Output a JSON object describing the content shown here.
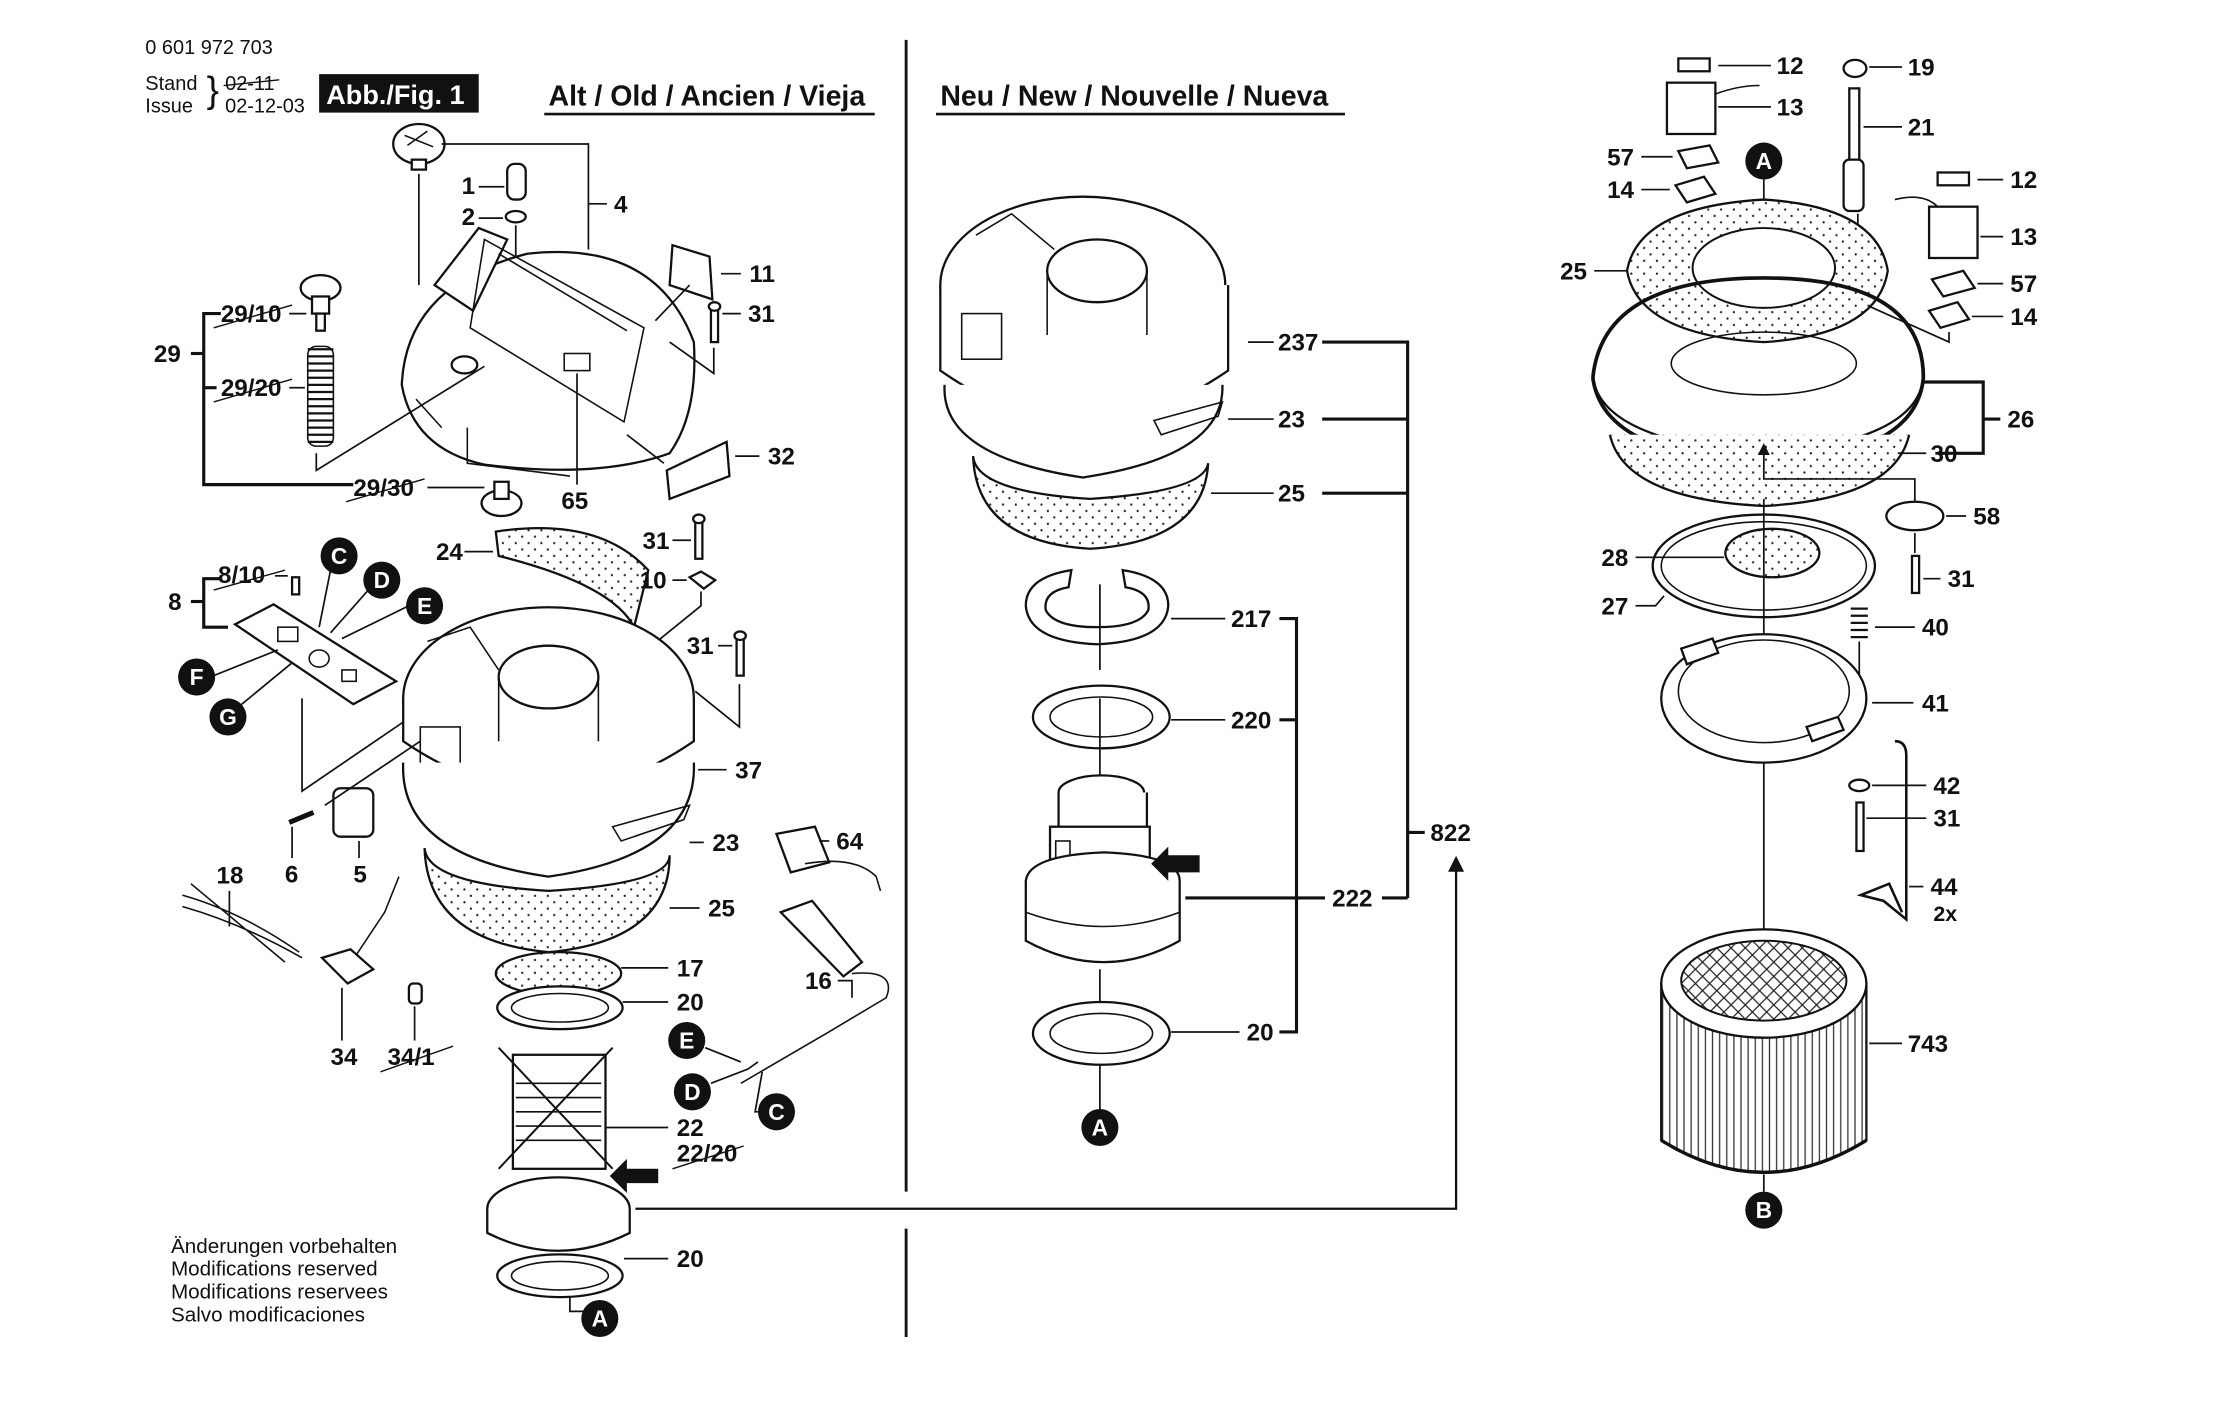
{
  "document": {
    "part_number": "0 601 972 703",
    "stand_label": "Stand",
    "issue_label": "Issue",
    "old_date": "02-11",
    "issue_date": "02-12-03",
    "figure_label": "Abb./Fig. 1",
    "header_old": "Alt / Old / Ancien / Vieja",
    "header_new": "Neu / New / Nouvelle / Nueva",
    "notes": [
      "Änderungen vorbehalten",
      "Modifications reserved",
      "Modifications reservees",
      "Salvo modificaciones"
    ]
  },
  "old_section": {
    "labels": {
      "p1": "1",
      "p2": "2",
      "p4": "4",
      "p11": "11",
      "p31a": "31",
      "p29": "29",
      "p29_10": "29/10",
      "p29_20": "29/20",
      "p29_30": "29/30",
      "p32": "32",
      "p65": "65",
      "p24": "24",
      "p31b": "31",
      "p10": "10",
      "p31c": "31",
      "p8": "8",
      "p8_10": "8/10",
      "p37": "37",
      "p6": "6",
      "p5": "5",
      "p64": "64",
      "p23": "23",
      "p18": "18",
      "p25": "25",
      "p16": "16",
      "p17": "17",
      "p20a": "20",
      "p34": "34",
      "p34_1": "34/1",
      "p22": "22",
      "p22_20": "22/20",
      "p20b": "20"
    },
    "badges": {
      "c1": "C",
      "d1": "D",
      "e1": "E",
      "f1": "F",
      "g1": "G",
      "e2": "E",
      "d2": "D",
      "c2": "C",
      "a1": "A"
    },
    "struck_labels": [
      "29/10",
      "29/20",
      "29/30",
      "8/10",
      "34/1",
      "22/20"
    ]
  },
  "new_section": {
    "labels": {
      "p237": "237",
      "p23": "23",
      "p25": "25",
      "p217": "217",
      "p220": "220",
      "p822": "822",
      "p222": "222",
      "p20": "20"
    },
    "badges": {
      "a2": "A"
    }
  },
  "right_section": {
    "labels": {
      "p12a": "12",
      "p13a": "13",
      "p57a": "57",
      "p14a": "14",
      "p19": "19",
      "p21": "21",
      "p12b": "12",
      "p13b": "13",
      "p57b": "57",
      "p14b": "14",
      "p25": "25",
      "p26": "26",
      "p30": "30",
      "p58": "58",
      "p28": "28",
      "p31a": "31",
      "p27": "27",
      "p40": "40",
      "p41": "41",
      "p42": "42",
      "p31b": "31",
      "p44": "44",
      "p44_qty": "2x",
      "p743": "743"
    },
    "badges": {
      "a3": "A",
      "b1": "B"
    }
  }
}
